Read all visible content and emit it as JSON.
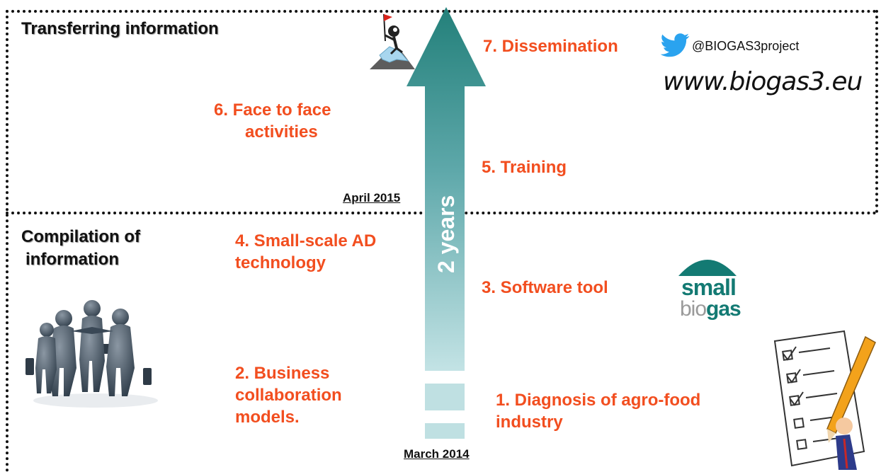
{
  "sections": {
    "top_title": "Transferring information",
    "bottom_title_line1": "Compilation of",
    "bottom_title_line2": "information"
  },
  "timeline": {
    "duration_label": "2 years",
    "start_label": "March 2014",
    "mid_label": "April 2015"
  },
  "steps": {
    "step1_line1": "1.  Diagnosis of agro-food",
    "step1_line2": "industry",
    "step2_line1": "2. Business",
    "step2_line2": "collaboration",
    "step2_line3": "models.",
    "step3": "3. Software tool",
    "step4_line1": "4. Small-scale AD",
    "step4_line2": "technology",
    "step5": "5. Training",
    "step6_line1": "6. Face to face",
    "step6_line2": "activities",
    "step7": "7. Dissemination"
  },
  "social": {
    "twitter_handle": "@BIOGAS3project",
    "website": "www.biogas3.eu"
  },
  "logo": {
    "line1": "small",
    "line2a": "bio",
    "line2b": "gas"
  },
  "colors": {
    "accent": "#f24e1f",
    "arrow_top": "#2b8c86",
    "arrow_bottom": "#bfe0e2",
    "twitter": "#2aa3ef",
    "logo_teal": "#137a73"
  }
}
